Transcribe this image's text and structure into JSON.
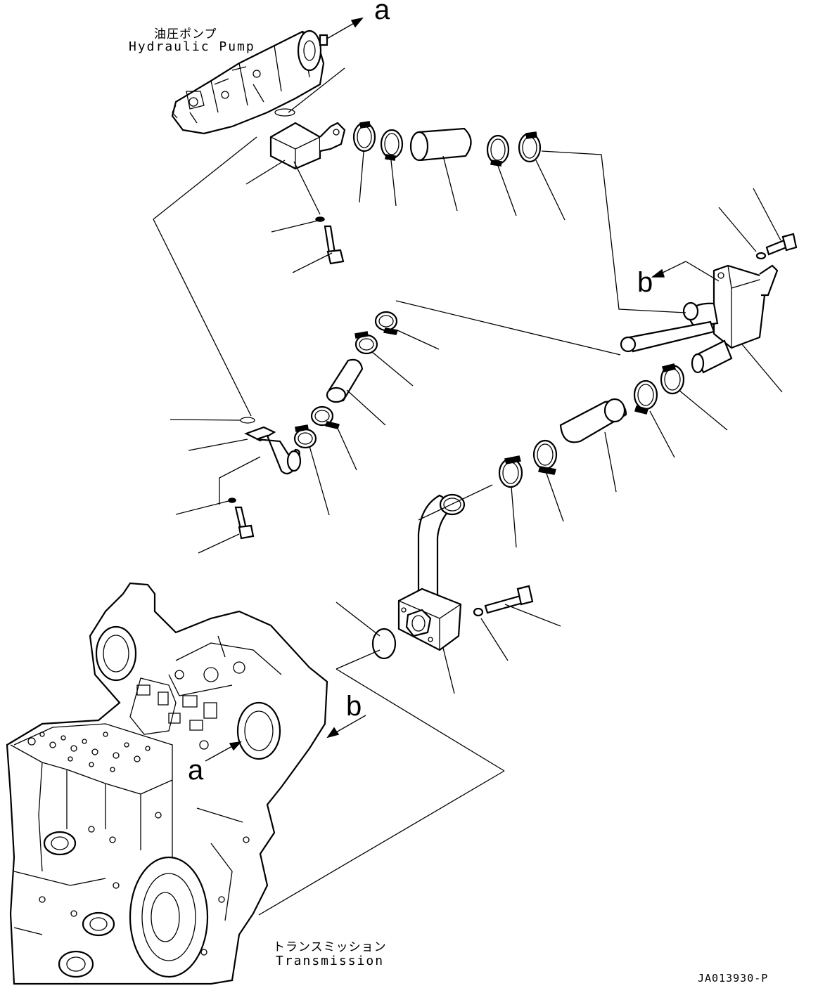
{
  "labels": {
    "pump_jp": "油圧ポンプ",
    "pump_en": "Hydraulic Pump",
    "trans_jp": "トランスミッション",
    "trans_en": "Transmission",
    "ref_a": "a",
    "ref_b": "b",
    "drawing_code": "JA013930-P"
  },
  "icons": {
    "pump": "hydraulic-pump-drawing",
    "transmission": "transmission-housing-drawing",
    "hose": "hose-drawing",
    "clamp": "hose-clamp-drawing",
    "bolt": "bolt-drawing",
    "washer": "washer-drawing",
    "o_ring": "o-ring-drawing",
    "elbow": "elbow-tube-drawing",
    "block": "flange-block-drawing"
  },
  "colors": {
    "line": "#000000",
    "background": "#ffffff"
  }
}
